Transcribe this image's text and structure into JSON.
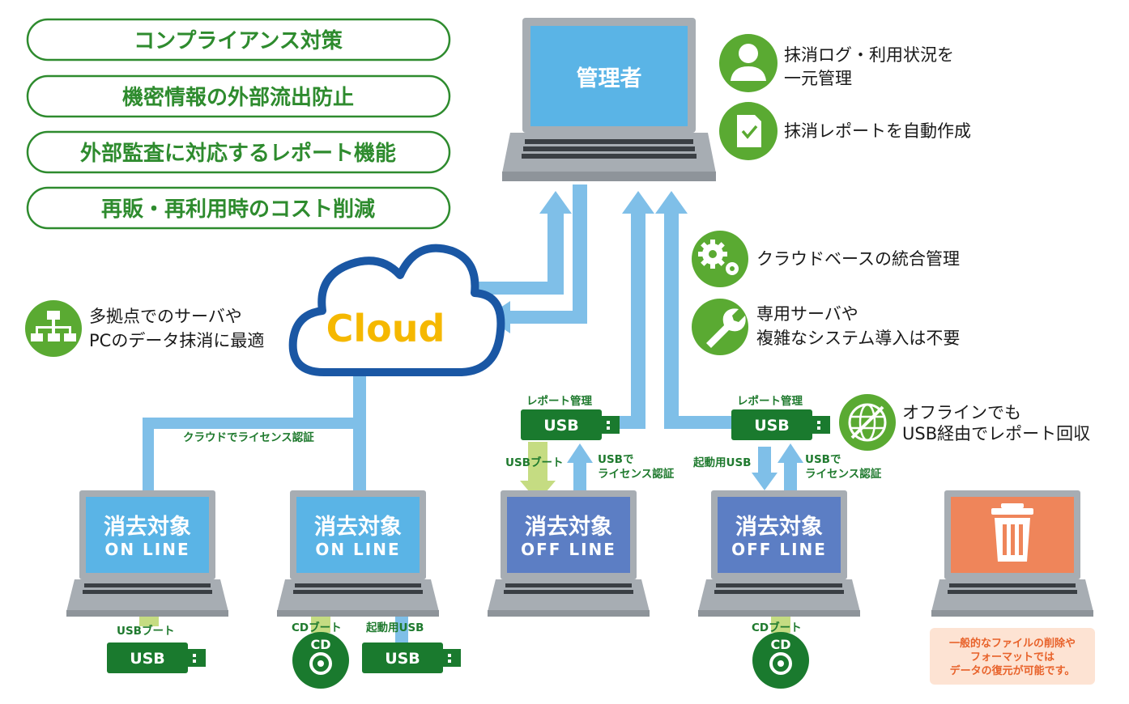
{
  "benefits": [
    "コンプライアンス対策",
    "機密情報の外部流出防止",
    "外部監査に対応するレポート機能",
    "再販・再利用時のコスト削減"
  ],
  "admin": {
    "label": "管理者"
  },
  "admin_features": {
    "log_line1": "抹消ログ・利用状況を",
    "log_line2": "一元管理",
    "report": "抹消レポートを自動作成"
  },
  "cloud": {
    "label": "Cloud"
  },
  "multisite": {
    "line1": "多拠点でのサーバや",
    "line2": "PCのデータ抹消に最適"
  },
  "cloud_features": {
    "integrated": "クラウドベースの統合管理",
    "noserver_line1": "専用サーバや",
    "noserver_line2": "複雑なシステム導入は不要"
  },
  "offline_feature": {
    "line1": "オフラインでも",
    "line2": "USB経由でレポート回収"
  },
  "labels": {
    "cloud_license": "クラウドでライセンス認証",
    "report_mgmt": "レポート管理",
    "usb_boot": "USBブート",
    "usb_license_1": "USBで",
    "usb_license_2": "ライセンス認証",
    "boot_usb": "起動用USB",
    "cd_boot": "CDブート",
    "usb": "USB",
    "cd": "CD"
  },
  "targets": [
    {
      "title": "消去対象",
      "mode": "ON LINE"
    },
    {
      "title": "消去対象",
      "mode": "ON LINE"
    },
    {
      "title": "消去対象",
      "mode": "OFF LINE"
    },
    {
      "title": "消去対象",
      "mode": "OFF LINE"
    }
  ],
  "note": {
    "line1": "一般的なファイルの削除や",
    "line2": "フォーマットでは",
    "line3": "データの復元が可能です。"
  },
  "colors": {
    "green": "#2e8b2e",
    "dark_green": "#1a7a2e",
    "screen_online": "#5ab4e6",
    "screen_offline": "#5c7ec4",
    "screen_trash": "#ef855a",
    "arrow_blue": "#7fbfe8",
    "arrow_lime": "#c5dc82",
    "cloud_border": "#1a57a4",
    "cloud_text": "#f5b800",
    "note_bg": "#fde3d3",
    "laptop_gray": "#a7adb3"
  },
  "icons": [
    "user-icon",
    "document-check-icon",
    "network-icon",
    "gear-icon",
    "wrench-icon",
    "no-globe-icon",
    "trash-icon",
    "usb-icon",
    "cd-icon"
  ]
}
